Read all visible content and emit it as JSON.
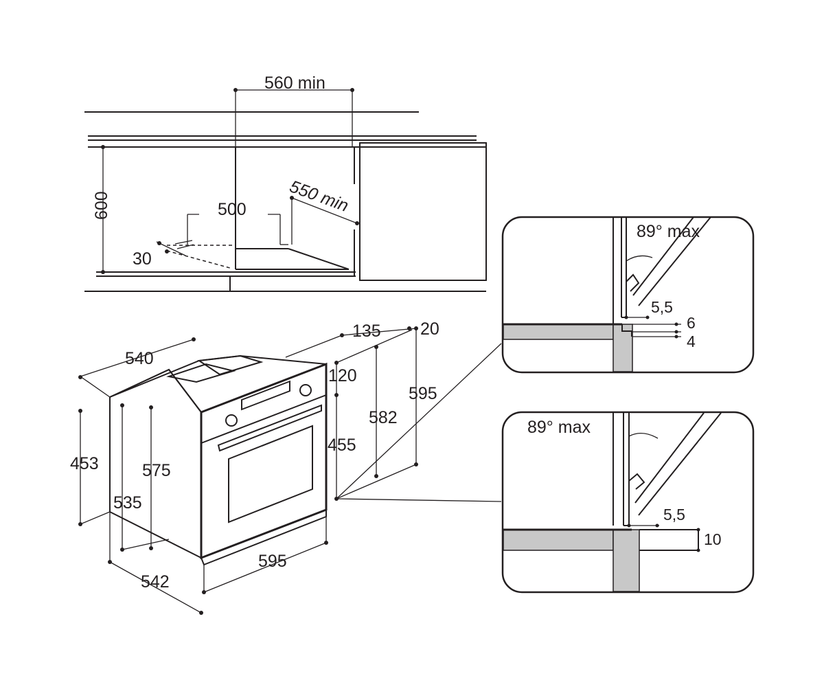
{
  "niche": {
    "width_label": "560 min",
    "height_label": "600",
    "inner_label": "500",
    "depth_label": "550 min",
    "vent_label": "30"
  },
  "oven": {
    "depth_top_label": "540",
    "rear_offset_label": "135",
    "front_offset_label": "20",
    "top_gap_label": "120",
    "body_height_label": "453",
    "side_height_label": "575",
    "inner_height_label": "535",
    "door_height_label": "455",
    "panel_height_label": "582",
    "total_height_label": "595",
    "width_label": "595",
    "depth_bottom_label": "542"
  },
  "detail_top": {
    "angle_label": "89° max",
    "gap_label": "5,5",
    "step_a_label": "6",
    "step_b_label": "4"
  },
  "detail_bottom": {
    "angle_label": "89° max",
    "gap_label": "5,5",
    "step_label": "10"
  }
}
